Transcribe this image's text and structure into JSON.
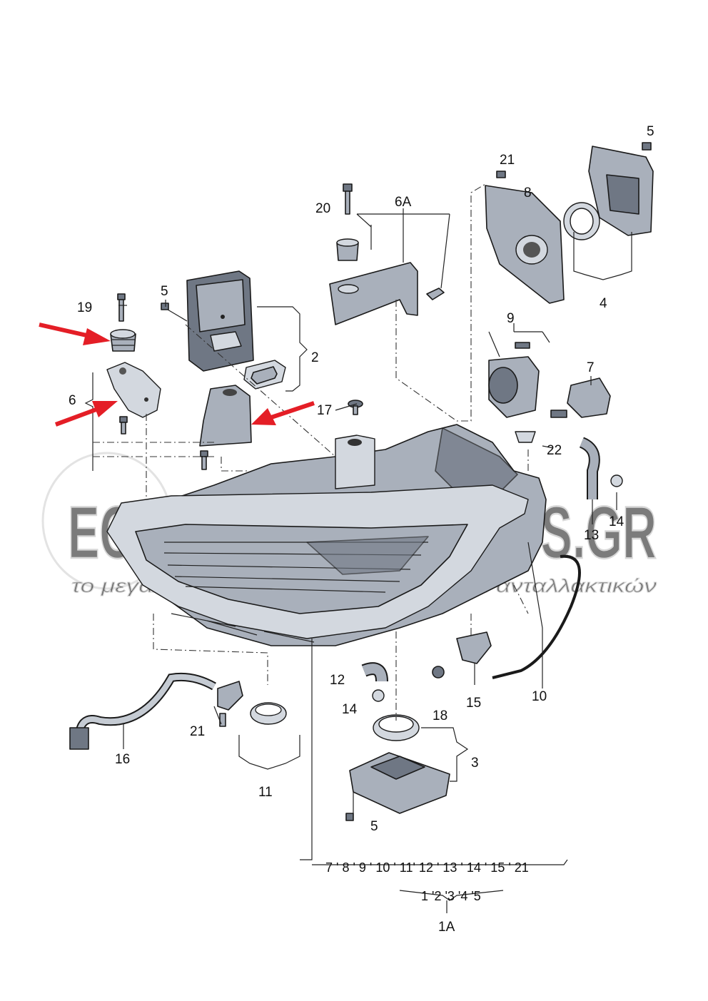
{
  "watermark": {
    "brand": "ECONOMYCARPARTS.GR",
    "tagline": "το μεγαλύτερο ηλεκτρονικό κατάστημα ανταλλακτικών"
  },
  "callouts": {
    "c1": "19",
    "c2": "5",
    "c3": "6",
    "c4": "2",
    "c5": "20",
    "c6": "6A",
    "c7": "17",
    "c8": "21",
    "c9": "8",
    "c10": "5",
    "c11": "4",
    "c12": "9",
    "c13": "7",
    "c14": "22",
    "c15": "14",
    "c16": "13",
    "c17": "12",
    "c18": "14",
    "c19": "15",
    "c20": "10",
    "c21": "18",
    "c22": "3",
    "c23": "5",
    "c24": "21",
    "c25": "16",
    "c26": "11"
  },
  "assembly": {
    "sequence_1": "7 ' 8 ' 9 ' 10 ' 11' 12 ' 13 ' 14 ' 15 ' 21",
    "sequence_2": "1 '2 '3 '4 '5",
    "label": "1A"
  },
  "colors": {
    "arrow": "#e41e26",
    "part_fill": "#a9b0bb",
    "part_dark": "#6f7784",
    "outline": "#1a1a1a"
  }
}
